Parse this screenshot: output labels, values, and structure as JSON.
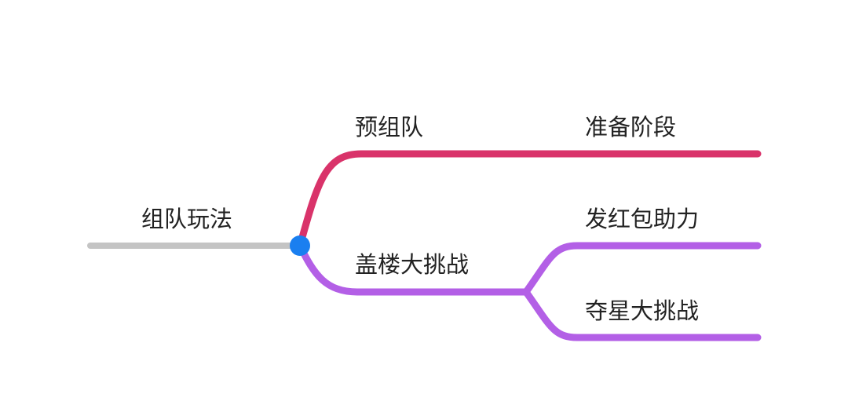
{
  "colors": {
    "root_line": "#c4c4c4",
    "branch1": "#d9336a",
    "branch2": "#b35fe6",
    "node": "#1a7ff0"
  },
  "root": {
    "label": "组队玩法"
  },
  "branches": [
    {
      "label": "预组队",
      "children": [
        {
          "label": "准备阶段"
        }
      ]
    },
    {
      "label": "盖楼大挑战",
      "children": [
        {
          "label": "发红包助力"
        },
        {
          "label": "夺星大挑战"
        }
      ]
    }
  ]
}
